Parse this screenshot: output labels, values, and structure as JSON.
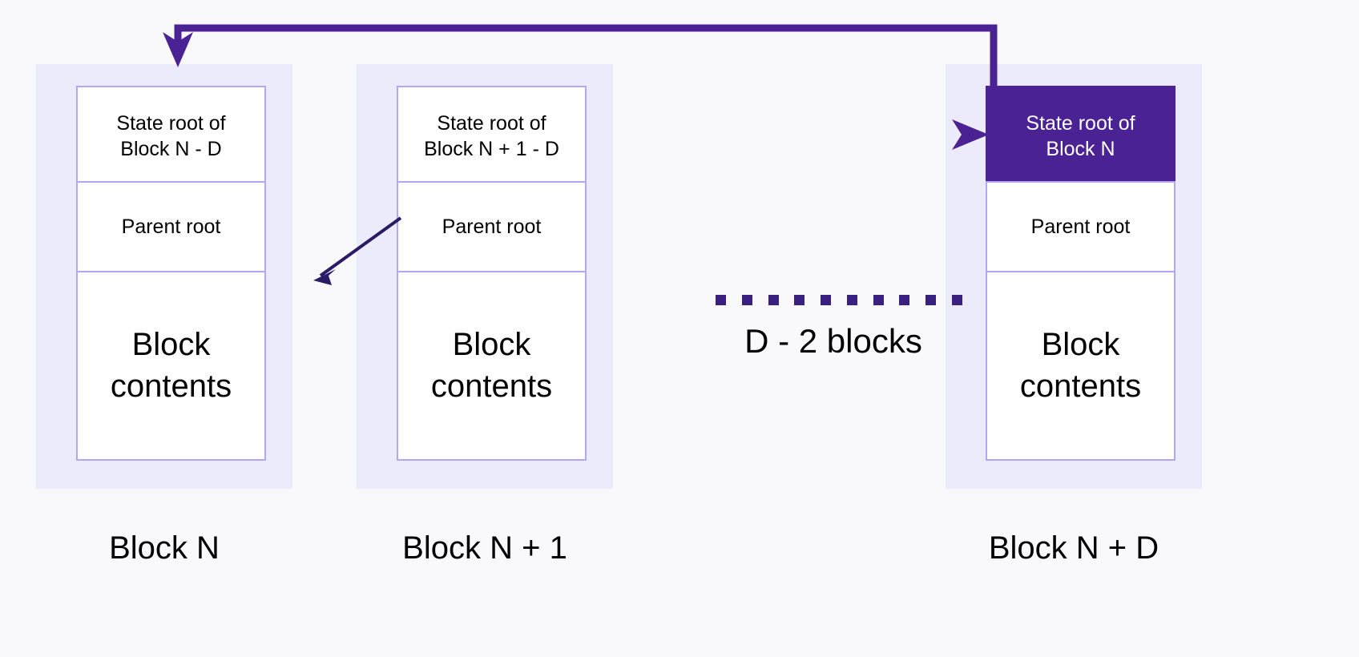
{
  "diagram": {
    "title": "Block state root deferral diagram",
    "background_color": "#f9f9fb",
    "panel_color": "#ecebfb",
    "box_border_color": "#b3a6f5",
    "accent_color": "#4a2294",
    "thin_arrow_color": "#2b1a66",
    "columns": [
      {
        "id": "block-n",
        "label": "Block N",
        "state_root": "State root of\nBlock N - D",
        "state_root_line1": "State root of",
        "state_root_line2": "Block N - D",
        "parent_root": "Parent root",
        "contents_line1": "Block",
        "contents_line2": "contents",
        "highlighted": false
      },
      {
        "id": "block-n-plus-1",
        "label": "Block N + 1",
        "state_root": "State root of\nBlock N + 1 - D",
        "state_root_line1": "State root of",
        "state_root_line2": "Block N + 1 - D",
        "parent_root": "Parent root",
        "contents_line1": "Block",
        "contents_line2": "contents",
        "highlighted": false
      },
      {
        "id": "block-n-plus-d",
        "label": "Block N + D",
        "state_root": "State root of\nBlock N",
        "state_root_line1": "State root of",
        "state_root_line2": "Block N",
        "parent_root": "Parent root",
        "contents_line1": "Block",
        "contents_line2": "contents",
        "highlighted": true
      }
    ],
    "gap": {
      "caption": "D - 2 blocks",
      "dot_count": 10,
      "dot_color": "#3a2080"
    },
    "connectors": [
      {
        "id": "state-root-deferral-arrow",
        "style": "thick-elbow",
        "color": "#4a2294",
        "from": "State root of Block N (Block N + D)",
        "to": "State root slot of Block N"
      },
      {
        "id": "parent-root-link-arrow",
        "style": "thin-diagonal",
        "color": "#2b1a66",
        "from": "Parent root of Block N + 1",
        "to": "Block N column"
      }
    ]
  }
}
